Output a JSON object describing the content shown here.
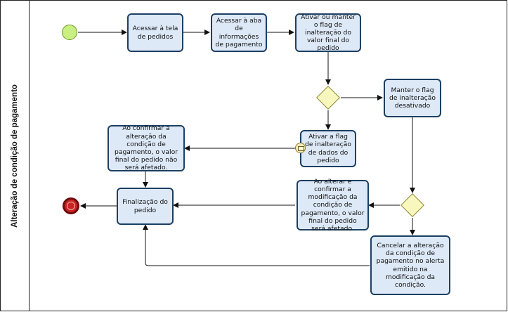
{
  "pool": {
    "lane_label": "Alteração de condição de pagamento"
  },
  "tasks": {
    "acessar_tela": "Acessar à tela de pedidos",
    "acessar_aba": "Acessar à aba de informações de pagamento",
    "ativar_manter": "Ativar ou manter o flag de inalteração do valor final do pedido",
    "manter_desativado": "Manter o flag de inalteração desativado",
    "ativar_flag": "Ativar a flag de inalteração de dados do pedido",
    "ao_confirmar": "Ao confirmar a alteração da condição de pagamento, o valor final do pedido não será afetado.",
    "finalizacao": "Finalização do pedido",
    "ao_alterar": "Ao alterar e confirmar a modificação da condição de pagamento, o valor final do pedido será afetado.",
    "cancelar": "Cancelar a alteração da condição de pagamento no alerta emitido na modificação da condição."
  },
  "events": {
    "start": "start-event",
    "end": "end-event",
    "message": "envelope-icon"
  },
  "colors": {
    "task_fill": "#dde9f7",
    "task_border": "#1d3f63",
    "gateway_fill": "#f8f7bd",
    "start_fill": "#c9ef83",
    "end_fill": "#cc2222"
  }
}
